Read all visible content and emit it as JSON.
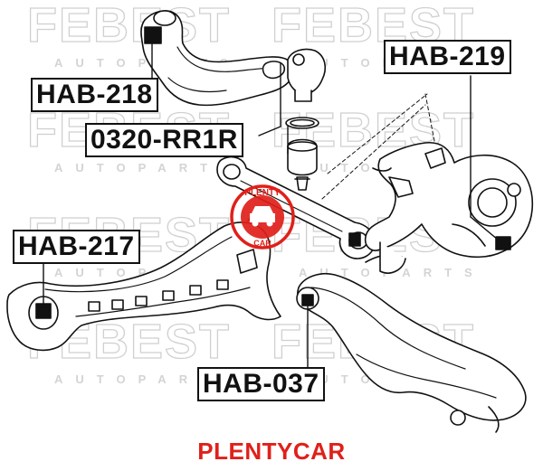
{
  "diagram": {
    "labels": {
      "hab_218": "HAB-218",
      "hab_219": "HAB-219",
      "rr1r": "0320-RR1R",
      "hab_217": "HAB-217",
      "hab_037": "HAB-037"
    },
    "watermark": {
      "brand": "FEBEST",
      "tagline": "AUTOPARTS"
    },
    "stamp": {
      "top_text": "PLENTY",
      "bottom_text": "CAR"
    },
    "footer": {
      "brand": "PLENTYCAR"
    },
    "colors": {
      "line": "#111111",
      "watermark": "#cfcfcf",
      "stamp": "#e0201a",
      "footer": "#e0201a"
    }
  }
}
